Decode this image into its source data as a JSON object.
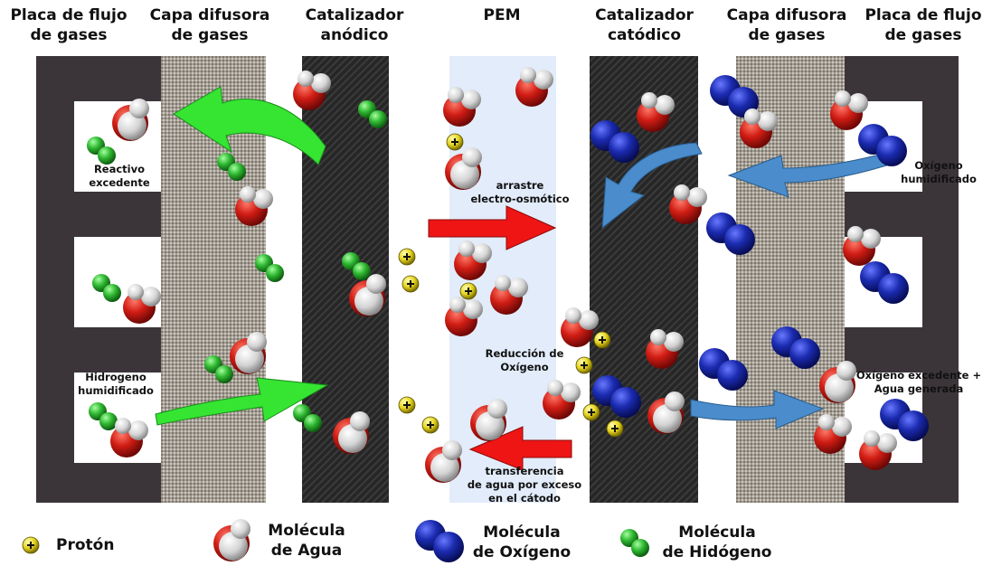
{
  "headers": {
    "left_plate": {
      "line1": "Placa de flujo",
      "line2": "de gases"
    },
    "left_gdl": {
      "line1": "Capa difusora",
      "line2": "de gases"
    },
    "anode_catalyst": {
      "line1": "Catalizador",
      "line2": "anódico"
    },
    "pem": {
      "line1": "PEM",
      "line2": ""
    },
    "cathode_catalyst": {
      "line1": "Catalizador",
      "line2": "catódico"
    },
    "right_gdl": {
      "line1": "Capa difusora",
      "line2": "de gases"
    },
    "right_plate": {
      "line1": "Placa de flujo",
      "line2": "de gases"
    }
  },
  "annotations": {
    "excess_reactant": {
      "line1": "Reactivo",
      "line2": "excedente"
    },
    "humidified_hydrogen": {
      "line1": "Hidrogeno",
      "line2": "humidificado"
    },
    "electro_osmotic_drag": {
      "line1": "arrastre",
      "line2": "electro-osmótico"
    },
    "oxygen_reduction": {
      "line1": "Reducción de",
      "line2": "Oxígeno"
    },
    "water_transfer": {
      "line1": "transferencia",
      "line2": "de agua por exceso",
      "line3": "en el cátodo"
    },
    "humidified_oxygen": {
      "line1": "Oxígeno",
      "line2": "humidificado"
    },
    "excess_oxygen_water": {
      "line1": "Oxígeno excedente +",
      "line2": "Agua generada"
    }
  },
  "legend": {
    "proton": "Protón",
    "water": {
      "line1": "Molécula",
      "line2": "de Agua"
    },
    "oxygen": {
      "line1": "Molécula",
      "line2": "de Oxígeno"
    },
    "hydrogen": {
      "line1": "Molécula",
      "line2": "de Hidógeno"
    }
  },
  "colors": {
    "flow_plate": "#3b3539",
    "gdl": "#9b958c",
    "catalyst": "#2a2a2a",
    "pem": "#e2ecfa",
    "hydrogen": "#2fb832",
    "oxygen": "#1b2bb0",
    "water_oxygen_atom": "#c81a14",
    "proton": "#e6d520",
    "hydrogen_flow_arrow": "#35e532",
    "proton_water_arrow": "#ef1515",
    "oxygen_flow_arrow": "#4a8ccc"
  }
}
